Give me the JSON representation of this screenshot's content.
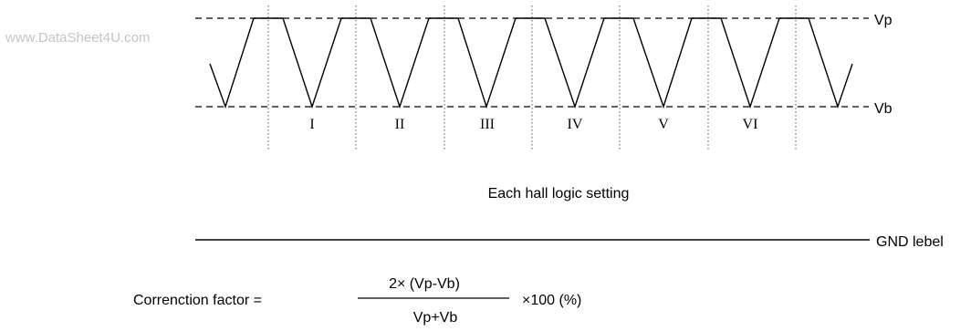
{
  "watermark": "www.DataSheet4U.com",
  "levels": {
    "vp_label": "Vp",
    "vb_label": "Vb",
    "gnd_label": "GND lebel"
  },
  "sections": [
    "I",
    "II",
    "III",
    "IV",
    "V",
    "VI"
  ],
  "caption": "Each hall logic setting",
  "formula": {
    "label": "Correnction factor =",
    "numerator": "2× (Vp-Vb)",
    "denominator": "Vp+Vb",
    "multiplier": "×100 (%)"
  }
}
